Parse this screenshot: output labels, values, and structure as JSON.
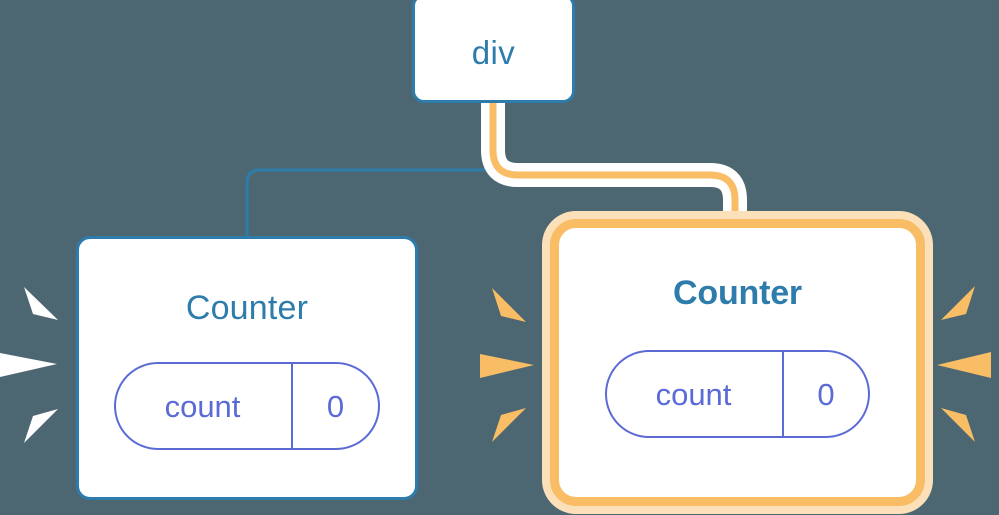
{
  "diagram": {
    "title": "Component re-render highlight tree",
    "background_color": "#4c6771"
  },
  "colors": {
    "background": "#4c6771",
    "node_fill": "#ffffff",
    "blue_accent": "#2d7cac",
    "amber_accent": "#f8bd65",
    "amber_glow": "#fbe0ba",
    "periwinkle": "#5b6bd6",
    "white_ray": "#ffffff",
    "wire_halo": "#ffffff"
  },
  "nodes": {
    "root": {
      "label": "div",
      "state": "normal"
    },
    "counter_left": {
      "label": "Counter",
      "state": "normal",
      "pill": {
        "key": "count",
        "value": "0"
      }
    },
    "counter_right": {
      "label": "Counter",
      "state": "highlighted",
      "pill": {
        "key": "count",
        "value": "0"
      }
    }
  },
  "connectors": [
    {
      "name": "div-to-counter-left",
      "color": "#2d7cac",
      "style": "plain",
      "from": "div",
      "to": "counter-left"
    },
    {
      "name": "div-to-counter-right",
      "color": "#f8bd65",
      "style": "highlighted-with-halo",
      "from": "div",
      "to": "counter-right"
    }
  ],
  "sparkles": [
    {
      "name": "rays-left",
      "color": "#ffffff",
      "direction": "left",
      "count": 3
    },
    {
      "name": "rays-middle",
      "color": "#f8bd65",
      "direction": "right",
      "count": 3
    },
    {
      "name": "rays-right",
      "color": "#f8bd65",
      "direction": "left",
      "count": 3
    }
  ]
}
